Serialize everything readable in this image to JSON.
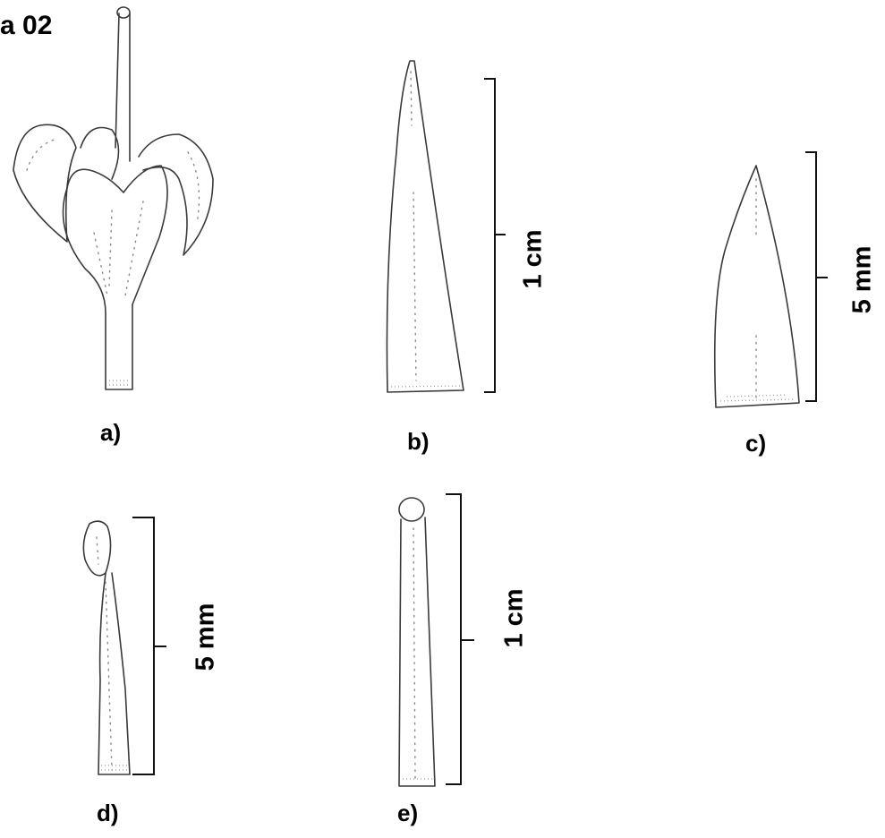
{
  "plate": {
    "title": "a 02"
  },
  "panels": [
    {
      "id": "a",
      "label": "a)"
    },
    {
      "id": "b",
      "label": "b)",
      "scale": "1 cm"
    },
    {
      "id": "c",
      "label": "c)",
      "scale": "5 mm"
    },
    {
      "id": "d",
      "label": "d)",
      "scale": "5 mm"
    },
    {
      "id": "e",
      "label": "e)",
      "scale": "1 cm"
    }
  ]
}
